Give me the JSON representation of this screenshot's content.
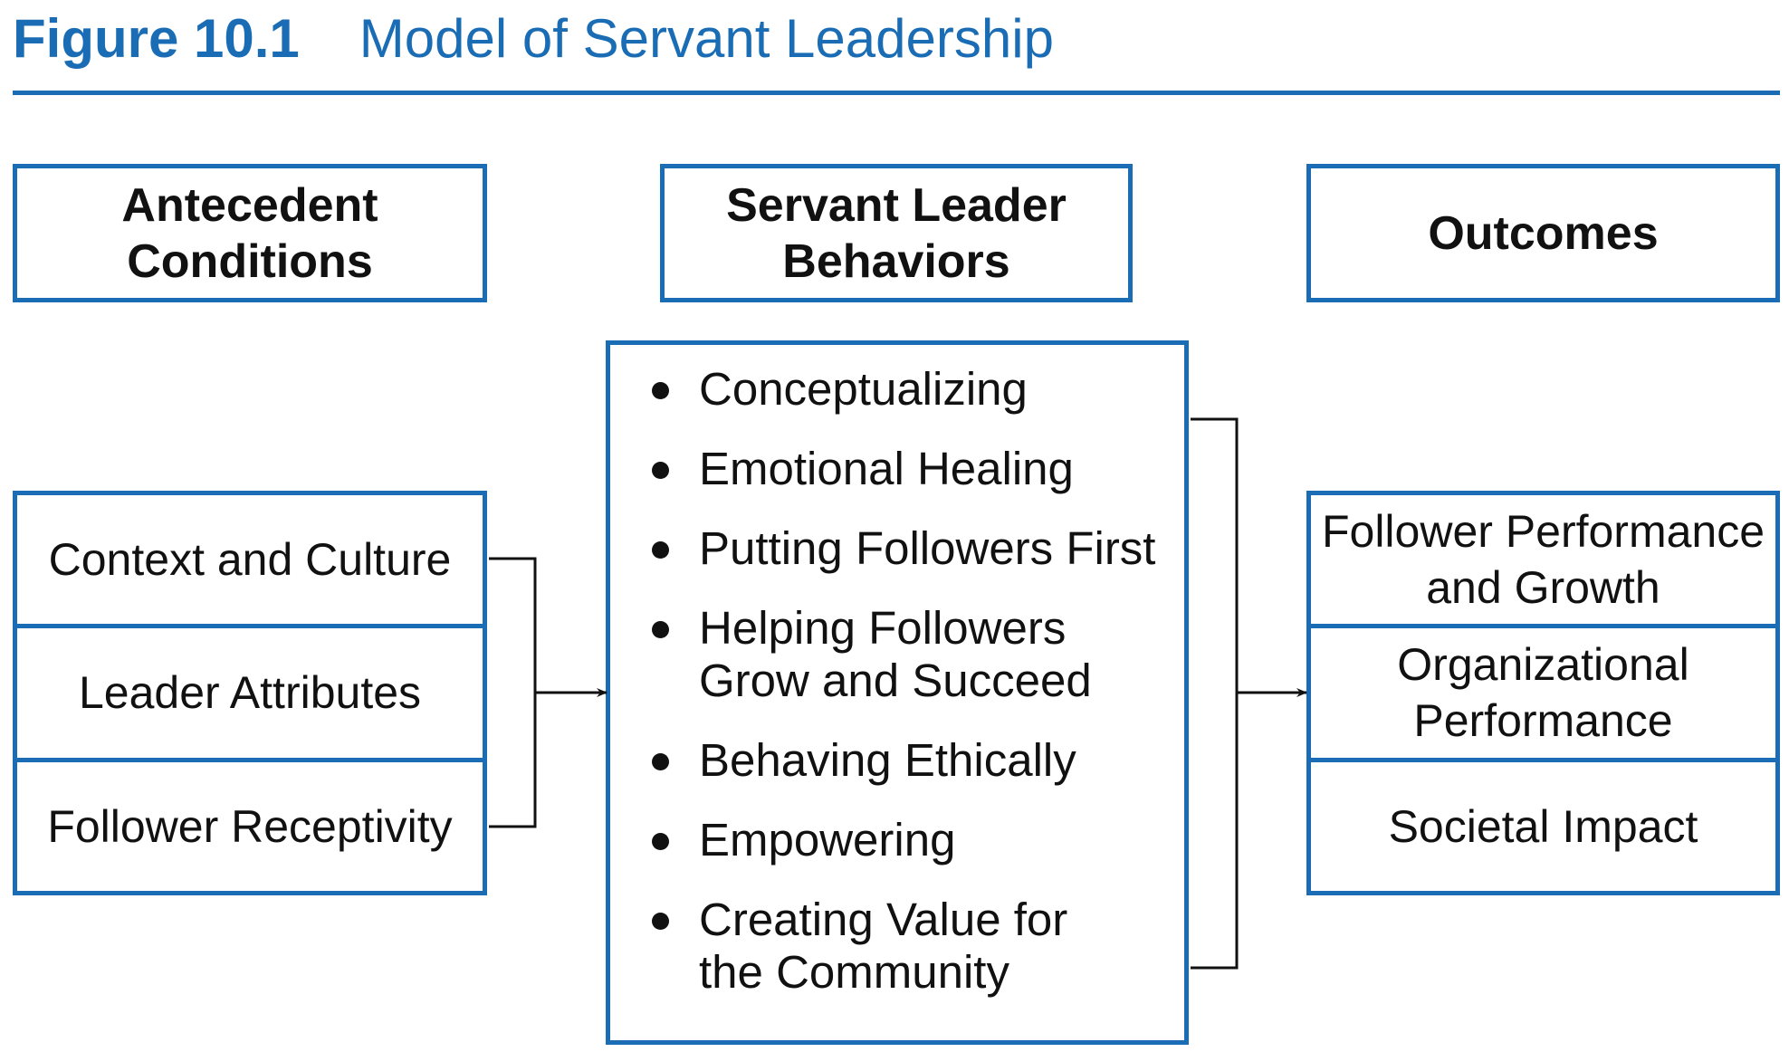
{
  "figure": {
    "number": "Figure 10.1",
    "title": "Model of Servant Leadership"
  },
  "headers": {
    "antecedent": [
      "Antecedent",
      "Conditions"
    ],
    "behaviors": [
      "Servant Leader",
      "Behaviors"
    ],
    "outcomes": [
      "Outcomes"
    ]
  },
  "antecedents": [
    "Context and Culture",
    "Leader Attributes",
    "Follower Receptivity"
  ],
  "behaviors": [
    [
      "Conceptualizing"
    ],
    [
      "Emotional Healing"
    ],
    [
      "Putting Followers First"
    ],
    [
      "Helping Followers",
      "Grow and Succeed"
    ],
    [
      "Behaving Ethically"
    ],
    [
      "Empowering"
    ],
    [
      "Creating Value for",
      "the Community"
    ]
  ],
  "outcomes": [
    [
      "Follower Performance",
      "and Growth"
    ],
    [
      "Organizational",
      "Performance"
    ],
    [
      "Societal Impact"
    ]
  ],
  "colors": {
    "accent": "#1a6db5",
    "text": "#111111",
    "connector": "#111111"
  }
}
